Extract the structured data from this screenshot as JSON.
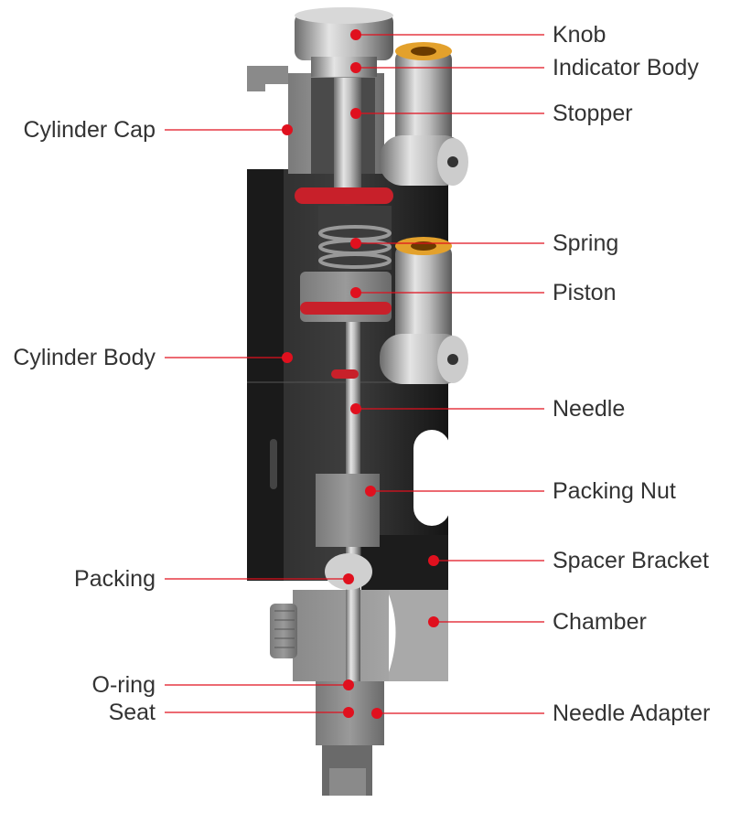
{
  "diagram": {
    "accent_color": "#e0101e",
    "labels_right": [
      {
        "id": "knob",
        "text": "Knob"
      },
      {
        "id": "indicator-body",
        "text": "Indicator Body"
      },
      {
        "id": "stopper",
        "text": "Stopper"
      },
      {
        "id": "spring",
        "text": "Spring"
      },
      {
        "id": "piston",
        "text": "Piston"
      },
      {
        "id": "needle",
        "text": "Needle"
      },
      {
        "id": "packing-nut",
        "text": "Packing Nut"
      },
      {
        "id": "spacer-bracket",
        "text": "Spacer Bracket"
      },
      {
        "id": "chamber",
        "text": "Chamber"
      },
      {
        "id": "needle-adapter",
        "text": "Needle Adapter"
      }
    ],
    "labels_left": [
      {
        "id": "cylinder-cap",
        "text": "Cylinder Cap"
      },
      {
        "id": "cylinder-body",
        "text": "Cylinder Body"
      },
      {
        "id": "packing",
        "text": "Packing"
      },
      {
        "id": "o-ring",
        "text": "O-ring"
      },
      {
        "id": "seat",
        "text": "Seat"
      }
    ]
  }
}
